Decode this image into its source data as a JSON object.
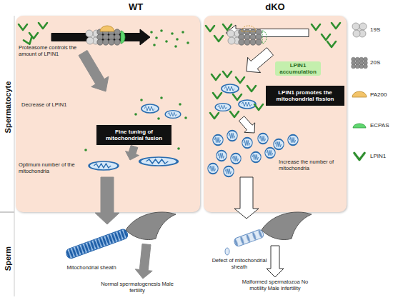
{
  "diagram": {
    "nodes": [
      {
        "text": [
          "WT",
          "Proteasome controls the amount of LPIN1",
          "Decrease of LPIN1",
          "Optimum number of the mitochondria"
        ]
      },
      {
        "text": [
          "Fine tuning of mitochondrial fusion"
        ],
        "in": 0
      },
      {
        "text": [
          "dKO",
          "LPIN1 accumulation",
          "Increase the number of mitochondria"
        ]
      },
      {
        "text": [
          "LPIN1 promotes the mitochondrial fission"
        ],
        "in": 2
      }
    ],
    "labels": [
      "Spermatocyte",
      "Sperm",
      "Mitochondrial sheath",
      "Normal spermatogenesis Male fertility",
      "Defect of mitochondrial sheath",
      "Malformed spermatozoa No motility Male infertility"
    ],
    "legend": [
      {
        "text": "19S"
      },
      {
        "text": "20S"
      },
      {
        "text": "PA200"
      },
      {
        "text": "ECPAS"
      },
      {
        "text": "LPIN1"
      }
    ]
  }
}
